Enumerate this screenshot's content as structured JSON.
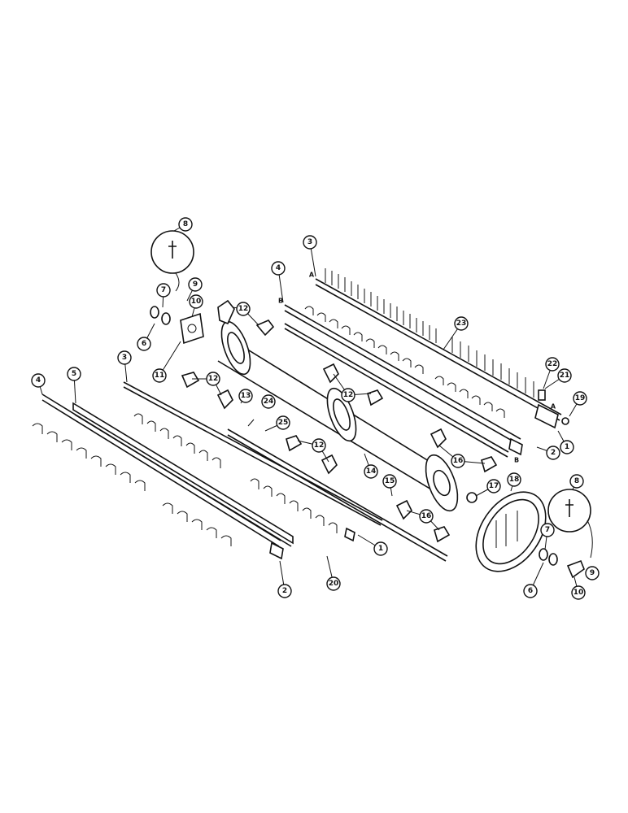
{
  "callouts": [
    {
      "id": "8",
      "label": "8"
    },
    {
      "id": "9",
      "label": "9"
    },
    {
      "id": "7",
      "label": "7"
    },
    {
      "id": "10",
      "label": "10"
    },
    {
      "id": "6",
      "label": "6"
    },
    {
      "id": "11",
      "label": "11"
    },
    {
      "id": "12",
      "label": "12"
    },
    {
      "id": "3",
      "label": "3"
    },
    {
      "id": "4",
      "label": "4"
    },
    {
      "id": "5",
      "label": "5"
    },
    {
      "id": "13",
      "label": "13"
    },
    {
      "id": "24",
      "label": "24"
    },
    {
      "id": "25",
      "label": "25"
    },
    {
      "id": "14",
      "label": "14"
    },
    {
      "id": "15",
      "label": "15"
    },
    {
      "id": "16",
      "label": "16"
    },
    {
      "id": "17",
      "label": "17"
    },
    {
      "id": "18",
      "label": "18"
    },
    {
      "id": "1",
      "label": "1"
    },
    {
      "id": "2",
      "label": "2"
    },
    {
      "id": "19",
      "label": "19"
    },
    {
      "id": "20",
      "label": "20"
    },
    {
      "id": "21",
      "label": "21"
    },
    {
      "id": "22",
      "label": "22"
    },
    {
      "id": "23",
      "label": "23"
    }
  ],
  "letters": {
    "a": "A",
    "b": "B"
  }
}
